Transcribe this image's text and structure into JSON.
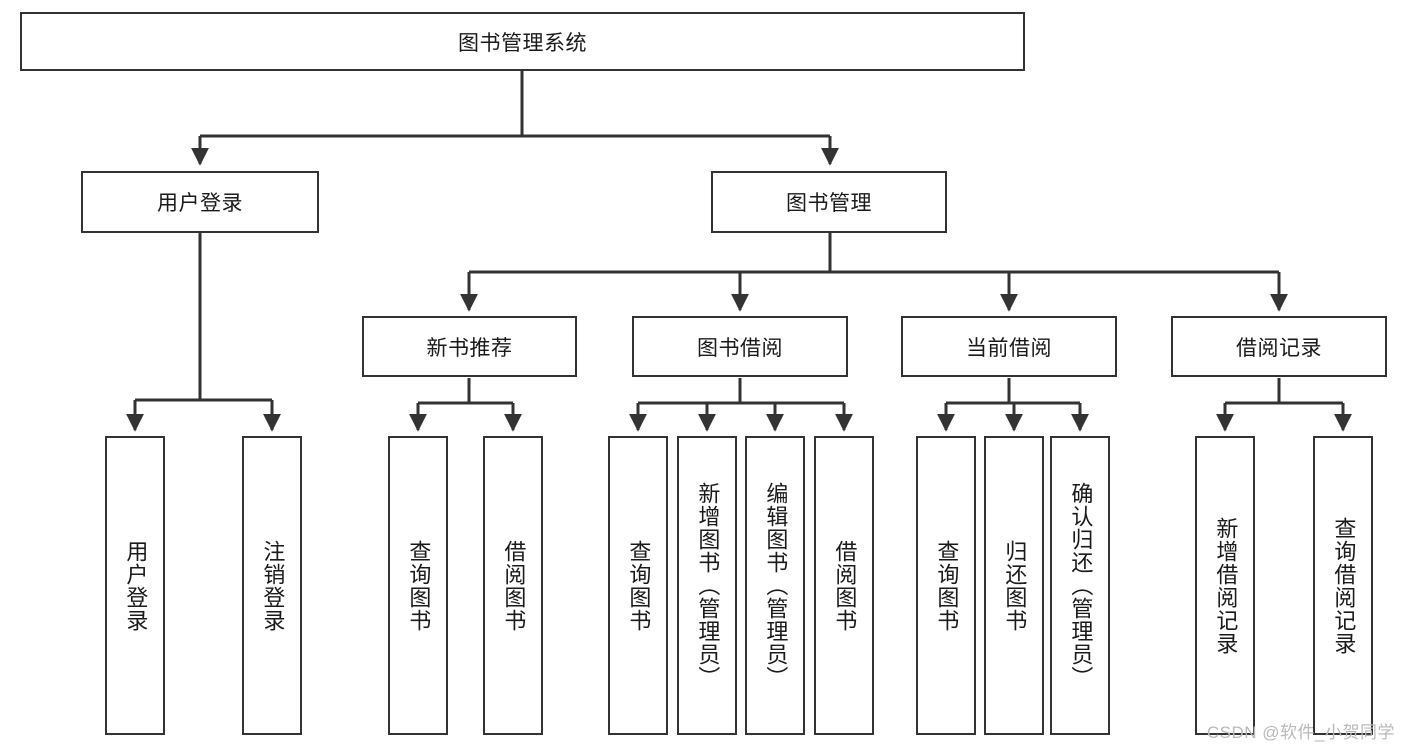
{
  "diagram": {
    "title_node": {
      "id": "root",
      "label": "图书管理系统"
    },
    "level2": [
      {
        "id": "user-login",
        "label": "用户登录"
      },
      {
        "id": "book-manage",
        "label": "图书管理"
      }
    ],
    "level3": [
      {
        "id": "new-book-recommend",
        "label": "新书推荐"
      },
      {
        "id": "book-borrow",
        "label": "图书借阅"
      },
      {
        "id": "current-borrow",
        "label": "当前借阅"
      },
      {
        "id": "borrow-record",
        "label": "借阅记录"
      }
    ],
    "leaves": [
      {
        "id": "leaf-user-login",
        "label": "用户登录",
        "parent": "user-login"
      },
      {
        "id": "leaf-logout-login",
        "label": "注销登录",
        "parent": "user-login"
      },
      {
        "id": "leaf-query-book-1",
        "label": "查询图书",
        "parent": "new-book-recommend"
      },
      {
        "id": "leaf-borrow-book-1",
        "label": "借阅图书",
        "parent": "new-book-recommend"
      },
      {
        "id": "leaf-query-book-2",
        "label": "查询图书",
        "parent": "book-borrow"
      },
      {
        "id": "leaf-add-book",
        "label": "新增图书（管理员）",
        "parent": "book-borrow"
      },
      {
        "id": "leaf-edit-book",
        "label": "编辑图书（管理员）",
        "parent": "book-borrow"
      },
      {
        "id": "leaf-borrow-book-2",
        "label": "借阅图书",
        "parent": "book-borrow"
      },
      {
        "id": "leaf-query-book-3",
        "label": "查询图书",
        "parent": "current-borrow"
      },
      {
        "id": "leaf-return-book",
        "label": "归还图书",
        "parent": "current-borrow"
      },
      {
        "id": "leaf-confirm-return",
        "label": "确认归还（管理员）",
        "parent": "current-borrow"
      },
      {
        "id": "leaf-add-record",
        "label": "新增借阅记录",
        "parent": "borrow-record"
      },
      {
        "id": "leaf-query-record",
        "label": "查询借阅记录",
        "parent": "borrow-record"
      }
    ],
    "colors": {
      "stroke": "#333333",
      "box_fill": "#ffffff",
      "text": "#1a1a1a",
      "watermark": "#b9b9b9"
    }
  },
  "watermark": {
    "text": "CSDN @软件_小贺同学"
  }
}
